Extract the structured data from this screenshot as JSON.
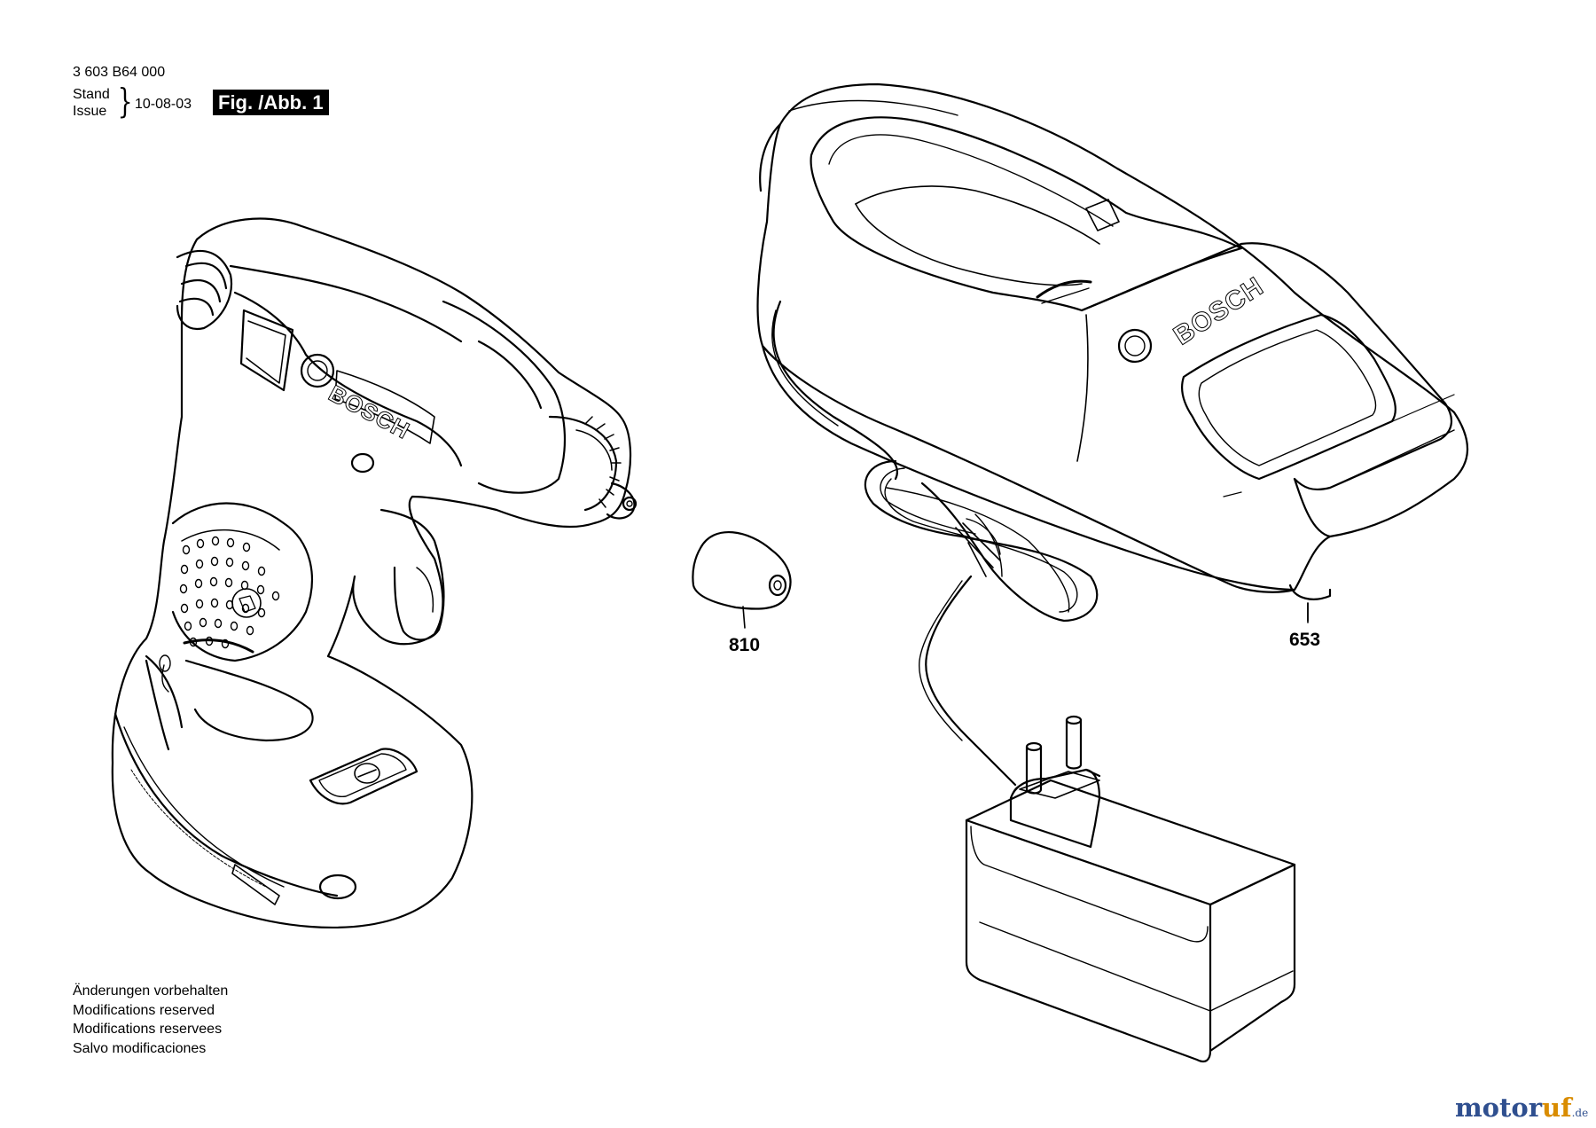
{
  "header": {
    "part_number": "3 603 B64 000",
    "stand_label": "Stand",
    "issue_label": "Issue",
    "date": "10-08-03",
    "figure_label": "Fig. /Abb. 1"
  },
  "parts": [
    {
      "id": "810",
      "label": "810"
    },
    {
      "id": "653",
      "label": "653"
    }
  ],
  "brand_marks": {
    "gun": "BOSCH",
    "charger": "BOSCH"
  },
  "notes": [
    "Änderungen vorbehalten",
    "Modifications reserved",
    "Modifications reservees",
    "Salvo modificaciones"
  ],
  "watermark": {
    "main": "motor",
    "accent": "uf",
    "suffix": ".de"
  }
}
